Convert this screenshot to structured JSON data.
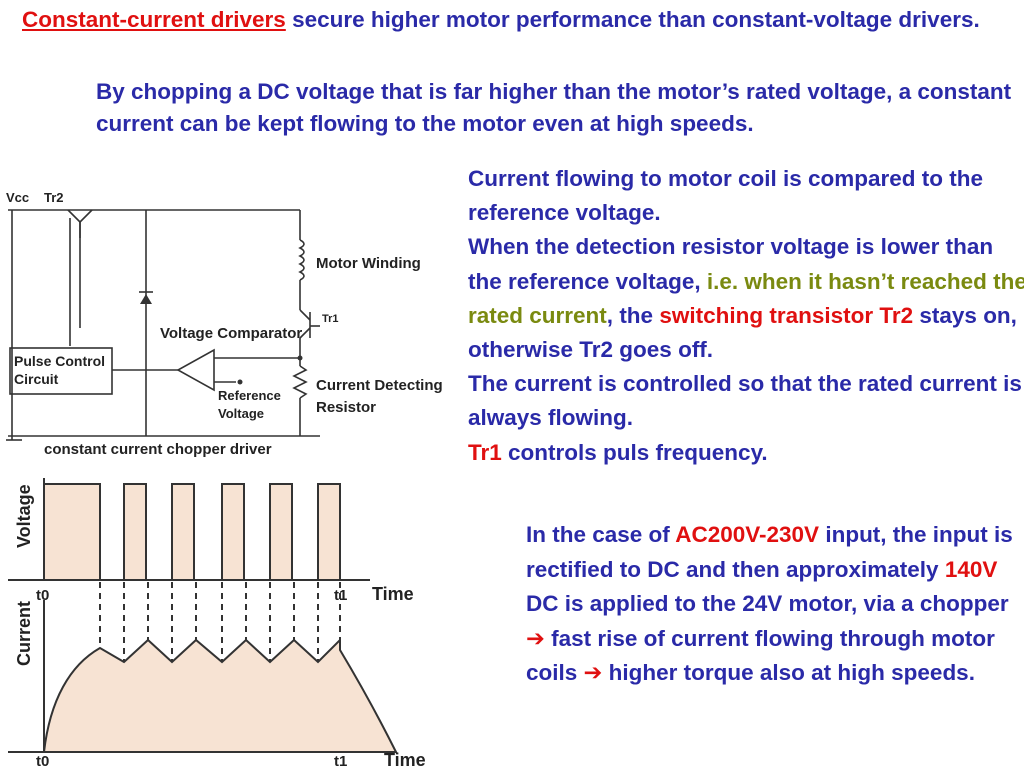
{
  "intro": {
    "highlight": "Constant-current drivers",
    "rest": " secure higher motor performance than constant-voltage drivers."
  },
  "chopping": "By chopping a DC voltage that is far higher than the motor’s rated voltage, a constant current can be kept flowing to the motor even at high speeds.",
  "explain": {
    "line1": "Current flowing to motor coil is compared to the reference voltage.",
    "line2": "When the detection resistor voltage is lower than the reference voltage, ",
    "ie": "i.e. when it hasn’t reached the rated current",
    "comma": ",",
    "the": " the ",
    "switching": "switching transistor Tr2",
    "stays": " stays on, otherwise Tr2 goes off.",
    "line3": "The current is controlled so that the rated current is always flowing.",
    "tr1": "Tr1",
    "tr1_rest": " controls puls frequency."
  },
  "case": {
    "p1": "In the case of ",
    "ac": "AC200V-230V",
    "p2": " input, the input is rectified to DC and then approximately ",
    "v140": "140V",
    "p3": " DC is applied to the 24V motor, via a chopper ",
    "arrow": "➔",
    "p4": " fast rise of current flowing through motor coils ",
    "p5": " higher torque also at high speeds."
  },
  "circuit": {
    "vcc": "Vcc",
    "tr2": "Tr2",
    "motor_winding": "Motor Winding",
    "tr1": "Tr1",
    "voltage_comparator": "Voltage Comparator",
    "pulse_control_1": "Pulse Control",
    "pulse_control_2": "Circuit",
    "reference_1": "Reference",
    "reference_2": "Voltage",
    "current_detecting_1": "Current Detecting",
    "current_detecting_2": "Resistor",
    "caption": "constant current chopper driver"
  },
  "timing": {
    "voltage_label": "Voltage",
    "current_label": "Current",
    "time_label": "Time",
    "t0": "t0",
    "t1": "t1"
  },
  "colors": {
    "text_blue": "#2a2aa8",
    "accent_red": "#e01010",
    "olive": "#7a8a10",
    "fill_peach": "#f7e3d3"
  }
}
